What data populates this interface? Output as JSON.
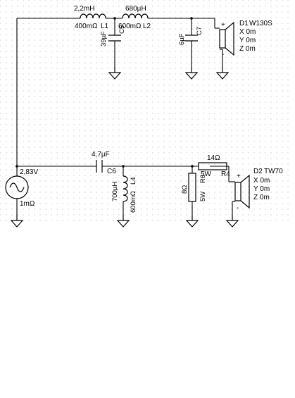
{
  "schematic": {
    "source": {
      "voltage": "2,83V",
      "resistance": "1mΩ"
    },
    "L1": {
      "inductance": "2,2mH",
      "resistance": "400mΩ",
      "ref": "L1"
    },
    "L2": {
      "inductance": "680µH",
      "resistance": "600mΩ",
      "ref": "L2"
    },
    "C5": {
      "ref": "C5",
      "value": "39µF"
    },
    "C7": {
      "ref": "C7",
      "value": "6µF"
    },
    "D1": {
      "ref": "D1",
      "model": "W130S",
      "x": "X 0m",
      "y": "Y 0m",
      "z": "Z 0m",
      "plus": "+",
      "minus": "-"
    },
    "C6": {
      "ref": "C6",
      "value": "4,7µF"
    },
    "L4": {
      "ref": "L4",
      "inductance": "700µH",
      "resistance": "600mΩ"
    },
    "R6": {
      "ref": "R6",
      "value": "8Ω",
      "power": "5W"
    },
    "R4": {
      "ref": "R4",
      "value": "14Ω",
      "power": "5W"
    },
    "D2": {
      "ref": "D2",
      "model": "TW70",
      "x": "X 0m",
      "y": "Y 0m",
      "z": "Z 0m",
      "plus": "+",
      "minus": "-"
    }
  }
}
